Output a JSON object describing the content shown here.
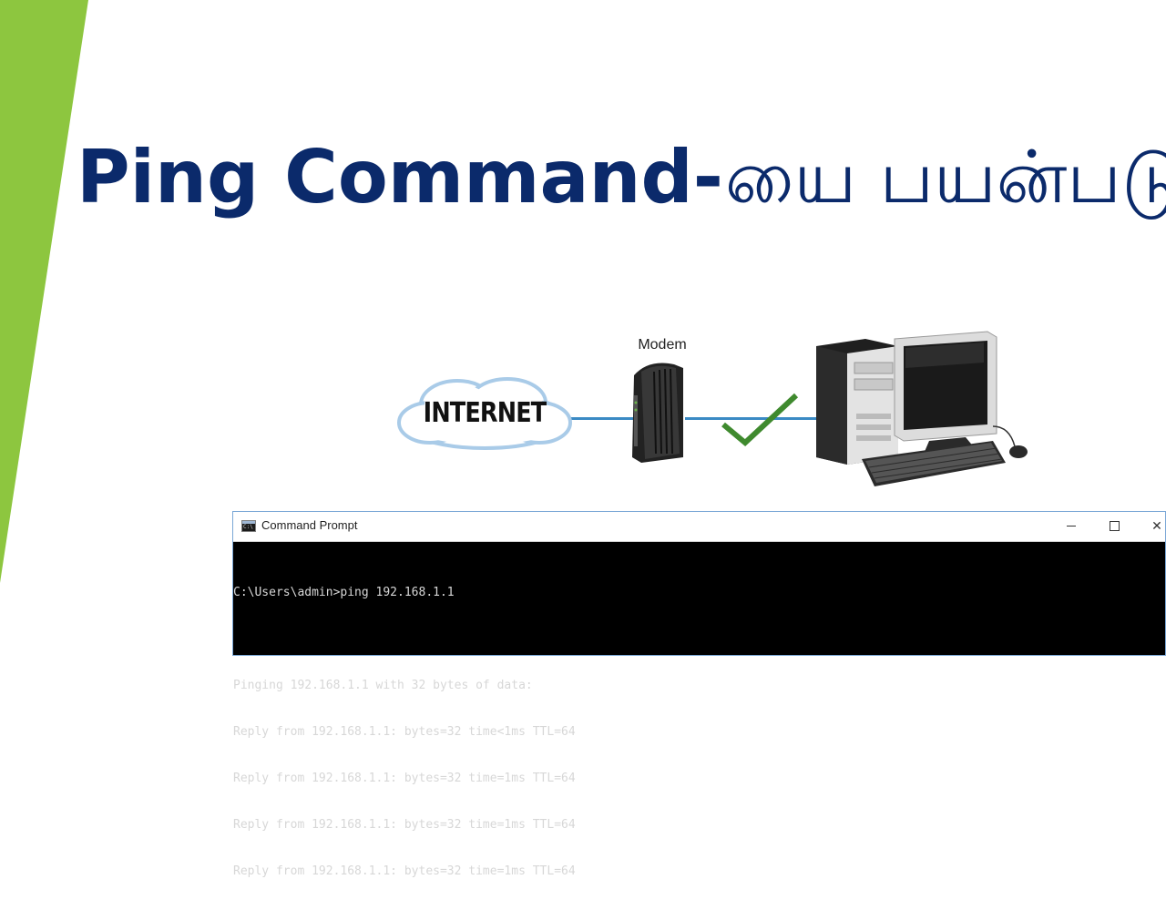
{
  "slide": {
    "title_en": "Ping Command-",
    "title_ta": "யை  பயன்படுத்த",
    "accent_color": "#8dc63f",
    "title_color": "#0b2a6b"
  },
  "diagram": {
    "cloud_label": "INTERNET",
    "modem_label": "Modem",
    "icons": [
      "cloud-icon",
      "modem-icon",
      "checkmark-icon",
      "desktop-computer-icon"
    ]
  },
  "cmd_window": {
    "title": "Command Prompt",
    "controls": {
      "minimize": "minimize-icon",
      "maximize": "maximize-icon",
      "close": "close-icon"
    },
    "lines": [
      "C:\\Users\\admin>ping 192.168.1.1",
      "",
      "Pinging 192.168.1.1 with 32 bytes of data:",
      "Reply from 192.168.1.1: bytes=32 time<1ms TTL=64",
      "Reply from 192.168.1.1: bytes=32 time=1ms TTL=64",
      "Reply from 192.168.1.1: bytes=32 time=1ms TTL=64",
      "Reply from 192.168.1.1: bytes=32 time=1ms TTL=64"
    ]
  }
}
